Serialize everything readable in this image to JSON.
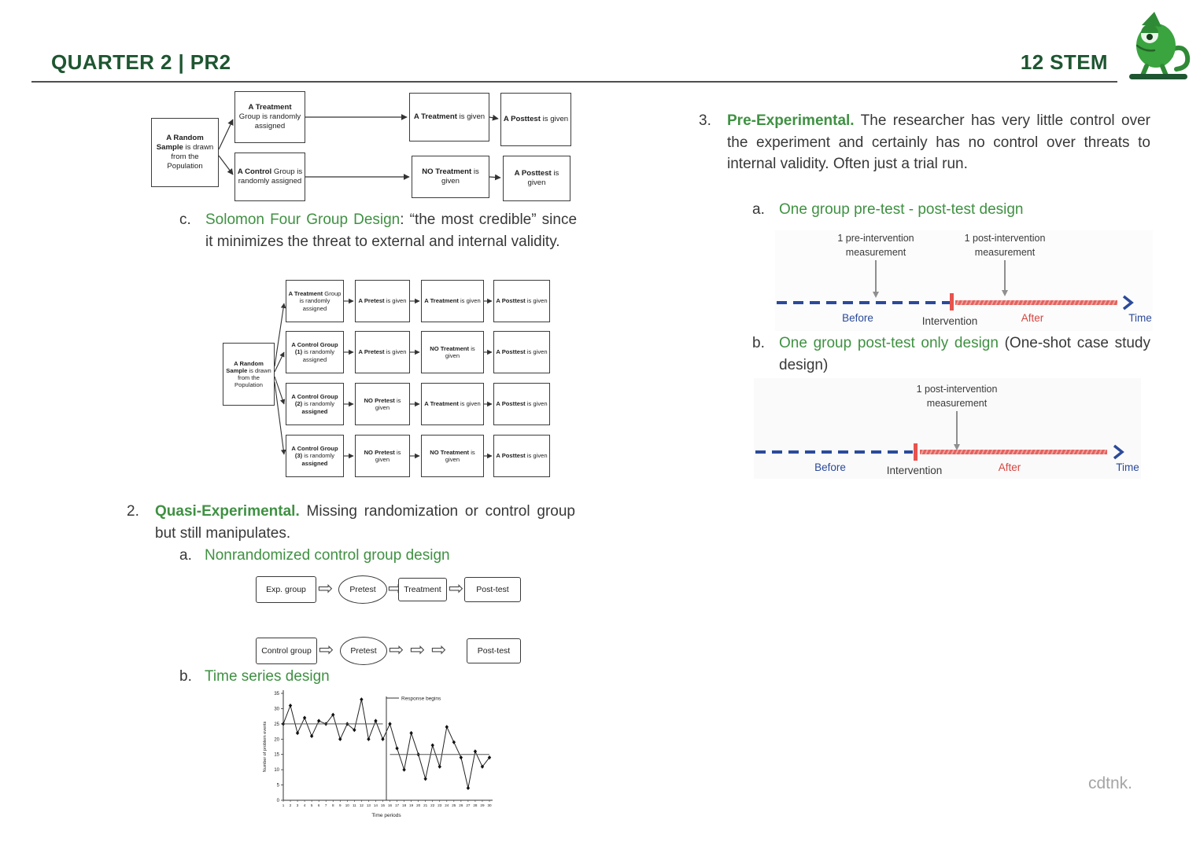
{
  "header": {
    "title_left": "QUARTER 2 | PR2",
    "title_right": "12 STEM"
  },
  "watermark": "cdtnk.",
  "colors": {
    "header_green": "#1e5631",
    "accent_green": "#3f9142",
    "timeline_blue": "#2b4a9b",
    "intervention_red": "#e8534e",
    "after_red": "#d64541"
  },
  "left_column": {
    "two_group_diagram": {
      "source": {
        "bold": "A Random Sample",
        "rest": " is drawn from the Population"
      },
      "treatment_group": {
        "bold": "A Treatment",
        "rest": " Group is randomly assigned"
      },
      "control_group": {
        "bold": "A Control",
        "rest": " Group is randomly assigned"
      },
      "treatment_given": {
        "bold": "A Treatment",
        "rest": " is given"
      },
      "no_treatment_given": {
        "bold": "NO Treatment",
        "rest": " is given"
      },
      "posttest_top": {
        "bold": "A Posttest",
        "rest": " is given"
      },
      "posttest_bottom": {
        "bold": "A Posttest",
        "rest": " is given"
      }
    },
    "item_c": {
      "marker": "c.",
      "highlight": "Solomon Four Group Design",
      "text": ": “the most credible” since it minimizes the threat to external and internal validity."
    },
    "solomon_diagram": {
      "source": {
        "bold": "A Random Sample",
        "rest": " is drawn from the Population"
      },
      "rows": [
        {
          "group": {
            "bold": "A Treatment",
            "rest": " Group is randomly assigned",
            "bold2": ""
          },
          "pretest": {
            "bold": "A Pretest",
            "rest": " is given"
          },
          "treatment": {
            "bold": "A Treatment",
            "rest": " is given"
          },
          "posttest": {
            "bold": "A Posttest",
            "rest": " is given"
          }
        },
        {
          "group": {
            "bold": "A Control Group (1)",
            "rest": " is randomly assigned",
            "bold2": ""
          },
          "pretest": {
            "bold": "A Pretest",
            "rest": " is given"
          },
          "treatment": {
            "bold": "NO Treatment",
            "rest": " is given"
          },
          "posttest": {
            "bold": "A Posttest",
            "rest": " is given"
          }
        },
        {
          "group": {
            "bold": "A Control Group (2)",
            "rest": " is randomly ",
            "bold2": "assigned"
          },
          "pretest": {
            "bold": "NO Pretest",
            "rest": " is given"
          },
          "treatment": {
            "bold": "A Treatment",
            "rest": " is given"
          },
          "posttest": {
            "bold": "A Posttest",
            "rest": " is given"
          }
        },
        {
          "group": {
            "bold": "A Control Group (3)",
            "rest": " is randomly ",
            "bold2": "assigned"
          },
          "pretest": {
            "bold": "NO Pretest",
            "rest": " is given"
          },
          "treatment": {
            "bold": "NO Treatment",
            "rest": " is given"
          },
          "posttest": {
            "bold": "A Posttest",
            "rest": " is given"
          }
        }
      ]
    },
    "item_2": {
      "marker": "2.",
      "title": "Quasi-Experimental.",
      "text": " Missing randomization or control group but still manipulates."
    },
    "item_2a": {
      "marker": "a.",
      "text": "Nonrandomized control group design"
    },
    "nonrandomized_diagram": {
      "row1": {
        "start": "Exp. group",
        "step1": "Pretest",
        "step2": "Treatment",
        "end": "Post-test"
      },
      "row2": {
        "start": "Control group",
        "step1": "Pretest",
        "end": "Post-test"
      }
    },
    "item_2b": {
      "marker": "b.",
      "text": "Time series design"
    }
  },
  "right_column": {
    "item_3": {
      "marker": "3.",
      "title": "Pre-Experimental.",
      "text": " The researcher has very little control over the experiment and certainly has no control over threats to internal validity. Often just a trial run."
    },
    "item_3a": {
      "marker": "a.",
      "text": "One group pre-test - post-test design"
    },
    "timeline_pre_post": {
      "pre_label_line1": "1 pre-intervention",
      "pre_label_line2": "measurement",
      "post_label_line1": "1 post-intervention",
      "post_label_line2": "measurement",
      "before": "Before",
      "intervention": "Intervention",
      "after": "After",
      "time": "Time"
    },
    "item_3b": {
      "marker": "b.",
      "highlight": "One group post-test only design",
      "text": " (One-shot case study design)"
    },
    "timeline_post_only": {
      "post_label_line1": "1 post-intervention",
      "post_label_line2": "measurement",
      "before": "Before",
      "intervention": "Intervention",
      "after": "After",
      "time": "Time"
    }
  },
  "chart_data": {
    "type": "line",
    "title": "",
    "xlabel": "Time periods",
    "ylabel": "Number of problem events",
    "annotation": "Response begins",
    "ylim": [
      0,
      35
    ],
    "y_ticks": [
      0,
      5,
      10,
      15,
      20,
      25,
      30,
      35
    ],
    "x_ticks": [
      1,
      2,
      3,
      4,
      5,
      6,
      7,
      8,
      9,
      10,
      11,
      12,
      13,
      14,
      15,
      16,
      17,
      18,
      19,
      20,
      21,
      22,
      23,
      24,
      25,
      26,
      27,
      28,
      29,
      30
    ],
    "values": [
      25,
      31,
      22,
      27,
      21,
      26,
      25,
      28,
      20,
      25,
      23,
      33,
      20,
      26,
      20,
      25,
      17,
      10,
      22,
      15,
      7,
      18,
      11,
      24,
      19,
      14,
      4,
      16,
      11,
      14
    ],
    "response_begins_at": 15.5,
    "phase_means": [
      {
        "from": 1,
        "to": 15,
        "mean": 25
      },
      {
        "from": 16,
        "to": 30,
        "mean": 15
      }
    ],
    "legend": null,
    "grid": false
  }
}
